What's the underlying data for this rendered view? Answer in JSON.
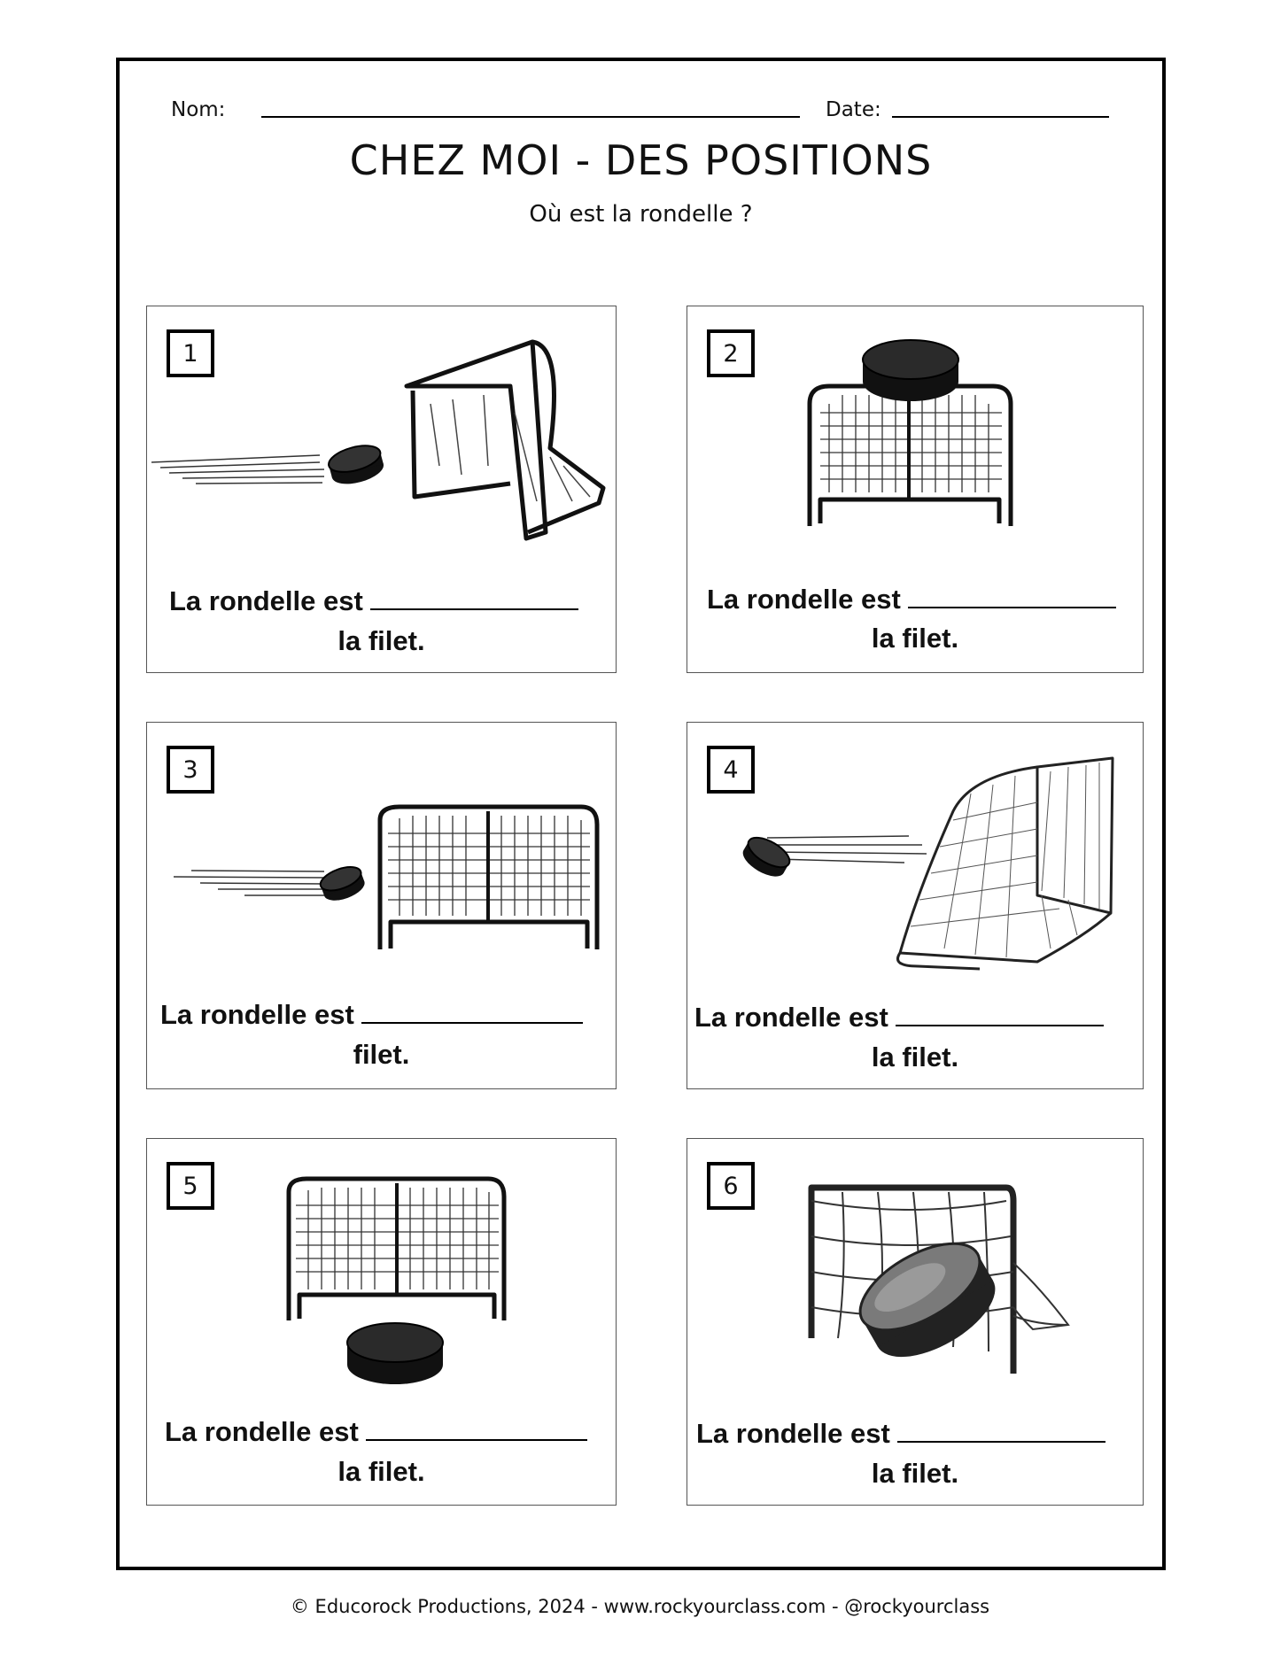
{
  "header": {
    "name_label": "Nom:",
    "date_label": "Date:",
    "title": "CHEZ MOI - DES POSITIONS",
    "subtitle": "Où est la rondelle ?"
  },
  "cards": [
    {
      "number": "1",
      "sentence_start": "La rondelle est",
      "sentence_end": "la filet.",
      "art": "puck-flying-toward-net-icon"
    },
    {
      "number": "2",
      "sentence_start": "La rondelle est",
      "sentence_end": "la filet.",
      "art": "puck-on-top-of-net-icon"
    },
    {
      "number": "3",
      "sentence_start": "La rondelle est",
      "sentence_end": "filet.",
      "art": "puck-flying-in-front-of-net-icon"
    },
    {
      "number": "4",
      "sentence_start": "La rondelle est",
      "sentence_end": "la filet.",
      "art": "puck-flying-beside-net-icon"
    },
    {
      "number": "5",
      "sentence_start": "La rondelle est",
      "sentence_end": "la filet.",
      "art": "puck-under-net-icon"
    },
    {
      "number": "6",
      "sentence_start": "La rondelle est",
      "sentence_end": "la filet.",
      "art": "puck-in-net-icon"
    }
  ],
  "footer": {
    "text": "© Educorock Productions, 2024 - www.rockyourclass.com - @rockyourclass"
  }
}
